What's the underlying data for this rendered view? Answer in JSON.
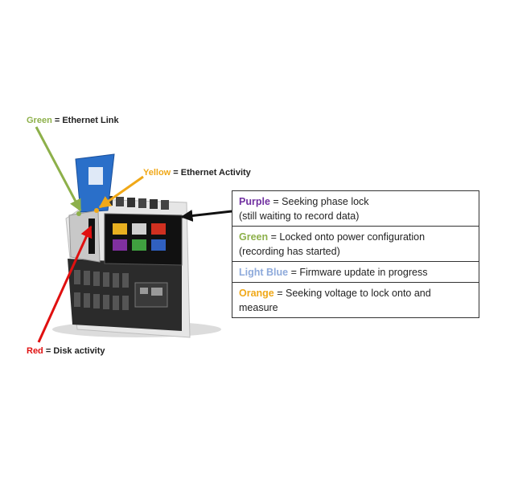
{
  "labels": {
    "green": {
      "keyword": "Green",
      "rest": " = Ethernet Link",
      "color": "#8db04a"
    },
    "yellow": {
      "keyword": "Yellow",
      "rest": " = Ethernet Activity",
      "color": "#f0a818"
    },
    "red": {
      "keyword": "Red",
      "rest": " = Disk activity",
      "color": "#e01010"
    }
  },
  "legend": [
    {
      "keyword": "Purple",
      "text1": " = Seeking phase lock",
      "text2": "(still waiting to record data)",
      "color": "#7030a0"
    },
    {
      "keyword": "Green",
      "text1": " = Locked onto power configuration",
      "text2": "(recording has started)",
      "color": "#8db04a"
    },
    {
      "keyword": "Light Blue",
      "text1": " = Firmware update in progress",
      "text2": "",
      "color": "#8eaadb"
    },
    {
      "keyword": "Orange",
      "text1": " = Seeking voltage to lock onto and",
      "text2": "measure",
      "color": "#f0a818"
    }
  ]
}
